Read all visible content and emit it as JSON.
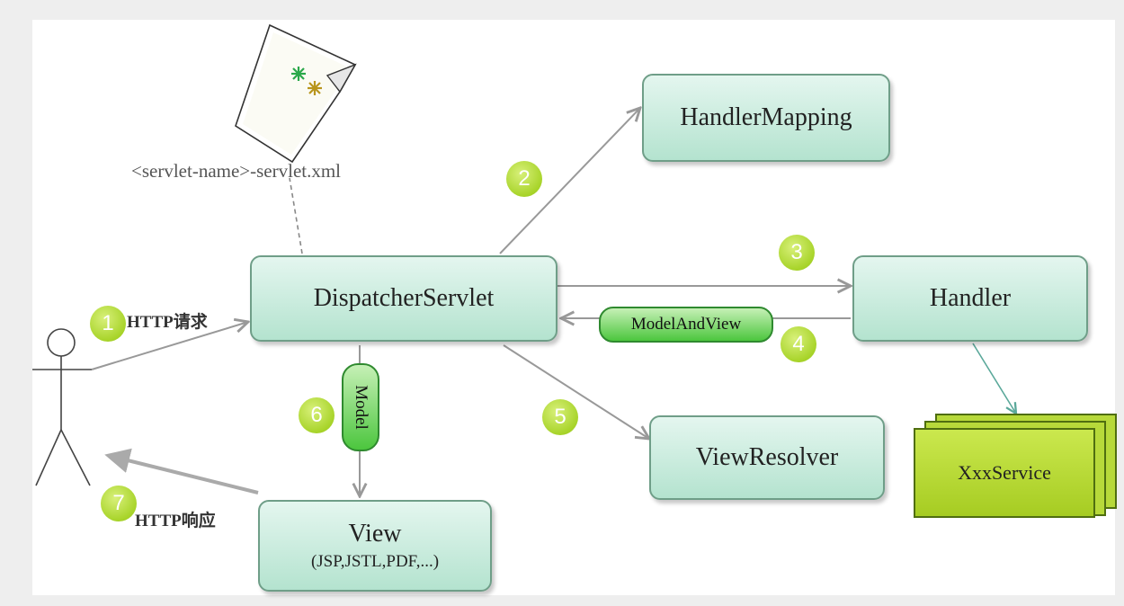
{
  "config_file": {
    "filename": "<servlet-name>-servlet.xml"
  },
  "components": {
    "dispatcher": "DispatcherServlet",
    "handler_mapping": "HandlerMapping",
    "handler": "Handler",
    "view_resolver": "ViewResolver",
    "view": "View",
    "view_sub": "(JSP,JSTL,PDF,...)",
    "service": "XxxService"
  },
  "payloads": {
    "model_and_view": "ModelAndView",
    "model": "Model"
  },
  "labels": {
    "http_request": "HTTP请求",
    "http_response": "HTTP响应"
  },
  "steps": [
    "1",
    "2",
    "3",
    "4",
    "5",
    "6",
    "7"
  ],
  "colors": {
    "box_fill_top": "#e4f6ef",
    "box_fill_bottom": "#b4e3cf",
    "pill_green": "#4cc63e",
    "step_badge": "#a8d42a",
    "service_fill": "#b7d93a"
  }
}
